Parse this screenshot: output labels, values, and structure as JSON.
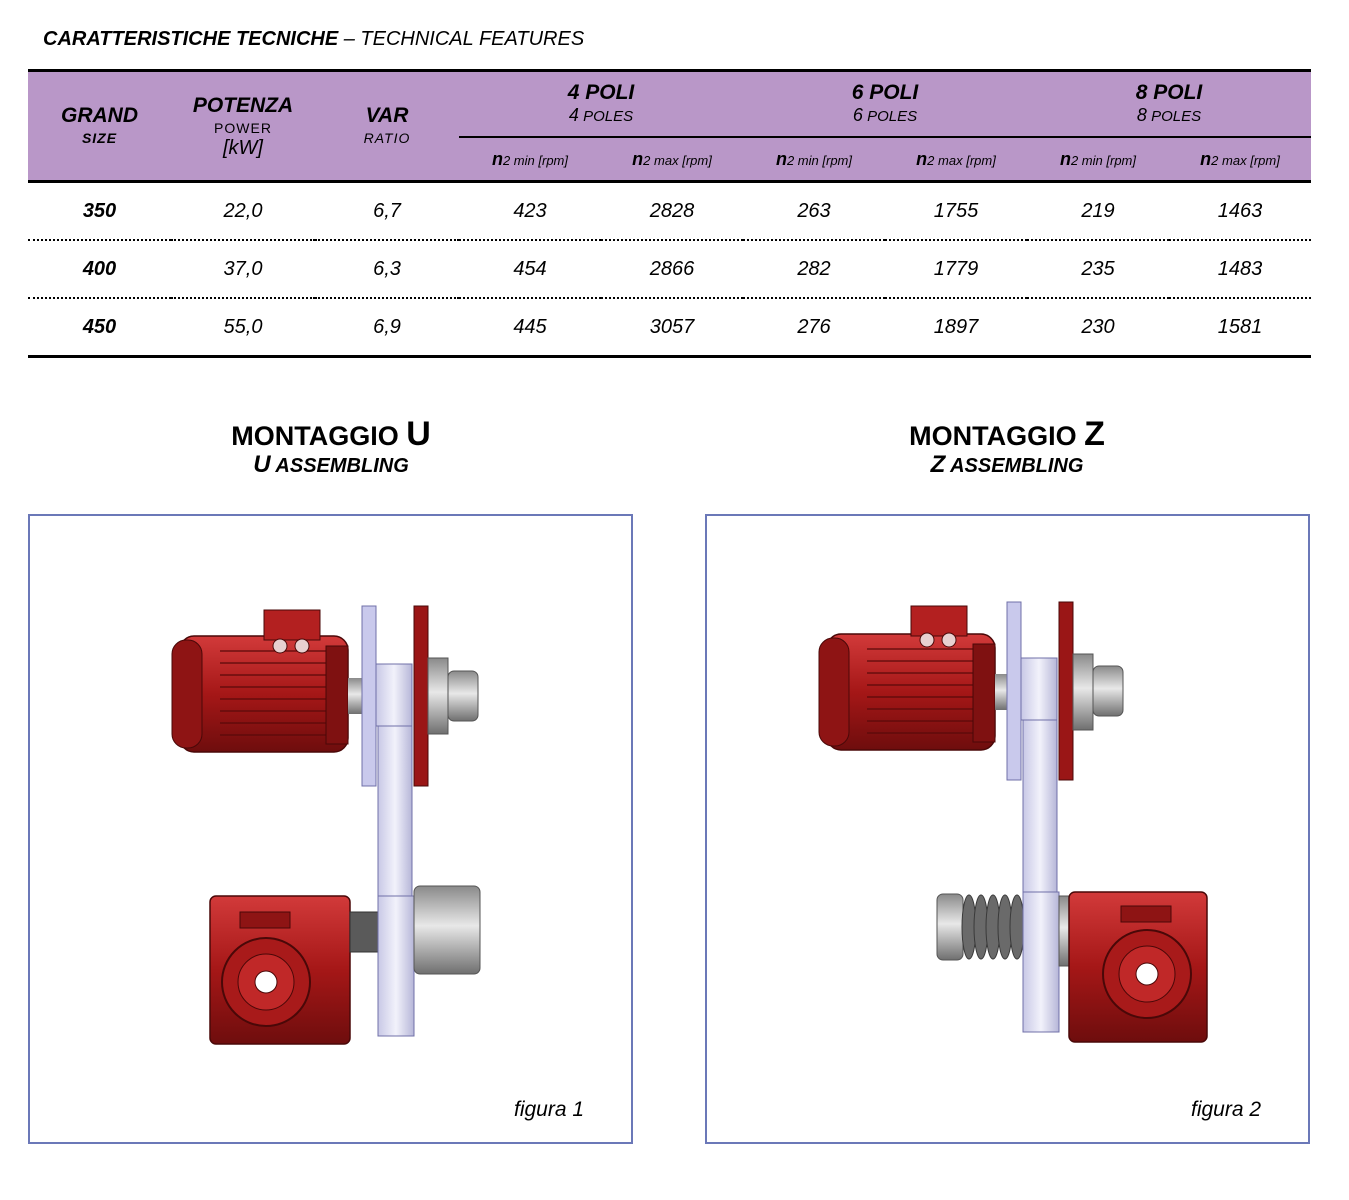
{
  "page_title": {
    "bold": "CARATTERISTICHE TECNICHE",
    "rest": " – TECHNICAL FEATURES"
  },
  "table": {
    "col_size": {
      "main": "GRAND",
      "sub": "SIZE"
    },
    "col_power": {
      "main": "POTENZA",
      "sub": "POWER",
      "unit": "[kW]"
    },
    "col_ratio": {
      "main": "VAR",
      "sub": "RATIO"
    },
    "groups": [
      {
        "main": "4 POLI",
        "sub_num": "4",
        "sub_text": "POLES"
      },
      {
        "main": "6 POLI",
        "sub_num": "6",
        "sub_text": "POLES"
      },
      {
        "main": "8 POLI",
        "sub_num": "8",
        "sub_text": "POLES"
      }
    ],
    "sub_headers": {
      "n_symbol": "n",
      "min_label": "2 min",
      "max_label": "2 max",
      "unit": "[rpm]"
    },
    "rows": [
      {
        "size": "350",
        "power": "22,0",
        "ratio": "6,7",
        "values": [
          "423",
          "2828",
          "263",
          "1755",
          "219",
          "1463"
        ]
      },
      {
        "size": "400",
        "power": "37,0",
        "ratio": "6,3",
        "values": [
          "454",
          "2866",
          "282",
          "1779",
          "235",
          "1483"
        ]
      },
      {
        "size": "450",
        "power": "55,0",
        "ratio": "6,9",
        "values": [
          "445",
          "3057",
          "276",
          "1897",
          "230",
          "1581"
        ]
      }
    ]
  },
  "assembly_u": {
    "title": "MONTAGGIO ",
    "letter": "U",
    "sub_letter": "U",
    "sub_text": " ASSEMBLING",
    "caption": "figura 1"
  },
  "assembly_z": {
    "title": "MONTAGGIO ",
    "letter": "Z",
    "sub_letter": "Z",
    "sub_text": " ASSEMBLING",
    "caption": "figura 2"
  },
  "colors": {
    "header_bg": "#b997c8",
    "motor_red": "#b01c1c",
    "frame_border": "#6b78b8",
    "belt": "#dcdcf0"
  }
}
